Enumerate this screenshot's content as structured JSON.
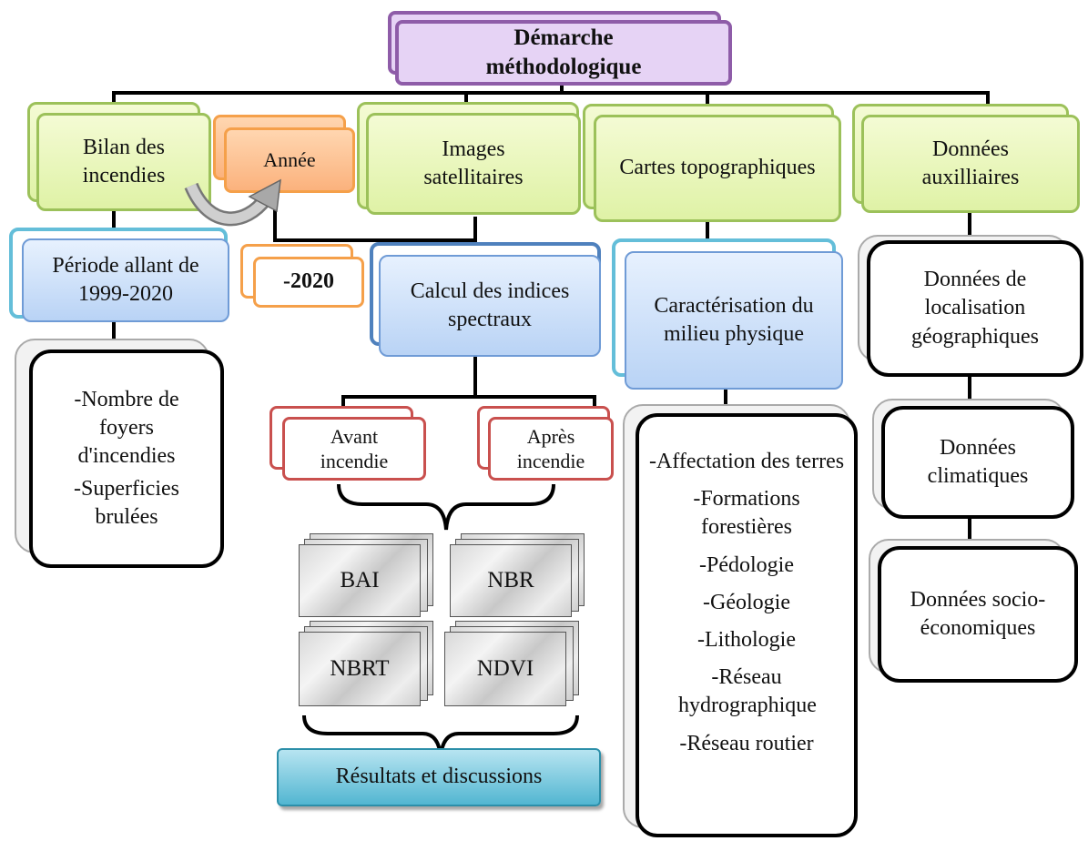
{
  "root": "Démarche méthodologique",
  "columns": {
    "bilan": {
      "title": "Bilan des incendies",
      "period": "Période allant de 1999-2020",
      "details": [
        "-Nombre de foyers d'incendies",
        "-Superficies brulées"
      ]
    },
    "annee": {
      "label": "Année",
      "value": "-2020"
    },
    "images": {
      "title": "Images satellitaires",
      "calc": "Calcul des indices spectraux",
      "before": "Avant incendie",
      "after": "Après incendie",
      "indices": [
        "BAI",
        "NBR",
        "NBRT",
        "NDVI"
      ],
      "results": "Résultats et discussions"
    },
    "cartes": {
      "title": "Cartes topographiques",
      "charac": "Caractérisation du milieu physique",
      "items": [
        "-Affectation des terres",
        "-Formations forestières",
        "-Pédologie",
        "-Géologie",
        "-Lithologie",
        "-Réseau hydrographique",
        "-Réseau routier"
      ]
    },
    "aux": {
      "title": "Données auxilliaires",
      "items": [
        "Données de localisation géographiques",
        "Données climatiques",
        "Données socio-économiques"
      ]
    }
  },
  "colors": {
    "purple": "#8e5ca8",
    "green": "#9cc15a",
    "orange": "#f5a04a",
    "blue": "#4f81bd",
    "red": "#c9504e",
    "teal": "#2c8fa9"
  }
}
